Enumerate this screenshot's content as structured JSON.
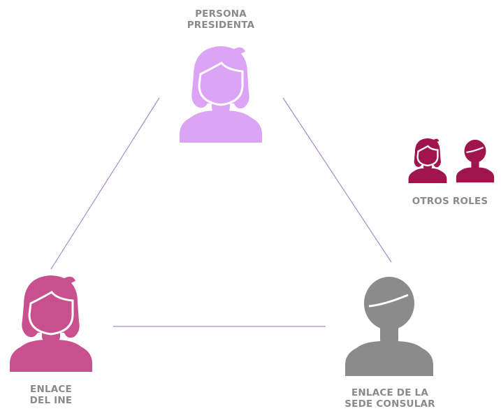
{
  "nodes": {
    "presidenta": {
      "line1": "PERSONA",
      "line2": "PRESIDENTA",
      "color": "#dca4f4"
    },
    "ine": {
      "line1": "ENLACE",
      "line2": "DEL INE",
      "color": "#c9508f"
    },
    "consular": {
      "line1": "ENLACE DE LA",
      "line2": "SEDE CONSULAR",
      "color": "#8b8b8b"
    }
  },
  "others": {
    "label": "OTROS ROLES",
    "color": "#a0154e"
  },
  "colors": {
    "connector": "#a98bc8",
    "label": "#8a8a8a"
  }
}
